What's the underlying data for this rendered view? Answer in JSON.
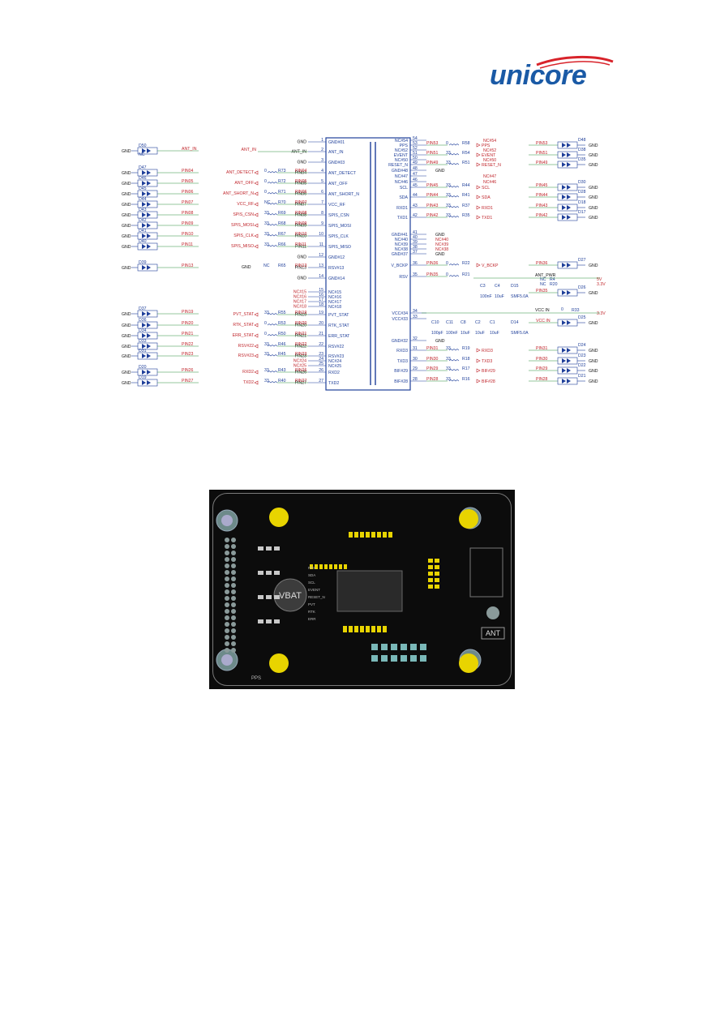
{
  "brand": {
    "logo_text": "unicore",
    "color": "#1a5aa6"
  },
  "module": {
    "pins_left": [
      {
        "n": "1",
        "name": "GND#01",
        "net": "GND"
      },
      {
        "n": "2",
        "name": "ANT_IN",
        "net": "ANT_IN"
      },
      {
        "n": "3",
        "name": "GND#03",
        "net": "GND"
      },
      {
        "n": "4",
        "name": "ANT_DETECT",
        "net": "PIN04"
      },
      {
        "n": "5",
        "name": "ANT_OFF",
        "net": "PIN05"
      },
      {
        "n": "6",
        "name": "ANT_SHORT_N",
        "net": "PIN06"
      },
      {
        "n": "7",
        "name": "VCC_RF",
        "net": "PIN07"
      },
      {
        "n": "8",
        "name": "SPIS_CSN",
        "net": "PIN08"
      },
      {
        "n": "9",
        "name": "SPIS_MOSI",
        "net": "PIN09"
      },
      {
        "n": "10",
        "name": "SPIS_CLK",
        "net": "PIN10"
      },
      {
        "n": "11",
        "name": "SPIS_MISO",
        "net": "PIN11"
      },
      {
        "n": "12",
        "name": "GND#12",
        "net": "GND"
      },
      {
        "n": "13",
        "name": "RSV#13",
        "net": "PIN13"
      },
      {
        "n": "14",
        "name": "GND#14",
        "net": "GND"
      },
      {
        "n": "15",
        "name": "NC#15",
        "net": "NC#15"
      },
      {
        "n": "16",
        "name": "NC#16",
        "net": "NC#16"
      },
      {
        "n": "17",
        "name": "NC#17",
        "net": "NC#17"
      },
      {
        "n": "18",
        "name": "NC#18",
        "net": "NC#18"
      },
      {
        "n": "19",
        "name": "PVT_STAT",
        "net": "PIN19"
      },
      {
        "n": "20",
        "name": "RTK_STAT",
        "net": "PIN20"
      },
      {
        "n": "21",
        "name": "ERR_STAT",
        "net": "PIN21"
      },
      {
        "n": "22",
        "name": "RSV#22",
        "net": "PIN22"
      },
      {
        "n": "23",
        "name": "RSV#23",
        "net": "PIN23"
      },
      {
        "n": "24",
        "name": "NC#24",
        "net": "NC#24"
      },
      {
        "n": "25",
        "name": "NC#25",
        "net": "NC#25"
      },
      {
        "n": "26",
        "name": "RXD2",
        "net": "PIN26"
      },
      {
        "n": "27",
        "name": "TXD2",
        "net": "PIN27"
      }
    ],
    "pins_right": [
      {
        "n": "54",
        "name": "NC#54",
        "net": "NC#54"
      },
      {
        "n": "53",
        "name": "PPS",
        "net": "PIN53"
      },
      {
        "n": "52",
        "name": "NC#52",
        "net": "NC#52"
      },
      {
        "n": "51",
        "name": "EVENT",
        "net": "PIN51"
      },
      {
        "n": "50",
        "name": "NC#50",
        "net": "NC#50"
      },
      {
        "n": "49",
        "name": "RESET_N",
        "net": "PIN49"
      },
      {
        "n": "48",
        "name": "GND#48",
        "net": "GND"
      },
      {
        "n": "47",
        "name": "NC#47",
        "net": "NC#47"
      },
      {
        "n": "46",
        "name": "NC#46",
        "net": "NC#46"
      },
      {
        "n": "45",
        "name": "SCL",
        "net": "PIN45"
      },
      {
        "n": "44",
        "name": "SDA",
        "net": "PIN44"
      },
      {
        "n": "43",
        "name": "RXD1",
        "net": "PIN43"
      },
      {
        "n": "42",
        "name": "TXD1",
        "net": "PIN42"
      },
      {
        "n": "41",
        "name": "GND#41",
        "net": "GND"
      },
      {
        "n": "40",
        "name": "NC#40",
        "net": "NC#40"
      },
      {
        "n": "39",
        "name": "NC#39",
        "net": "NC#39"
      },
      {
        "n": "38",
        "name": "NC#38",
        "net": "NC#38"
      },
      {
        "n": "37",
        "name": "GND#37",
        "net": "GND"
      },
      {
        "n": "36",
        "name": "V_BCKP",
        "net": "PIN36"
      },
      {
        "n": "35",
        "name": "RSV",
        "net": "PIN35"
      },
      {
        "n": "34",
        "name": "VCC#34",
        "net": "VCC IN"
      },
      {
        "n": "33",
        "name": "VCC#33",
        "net": "VCC IN"
      },
      {
        "n": "32",
        "name": "GND#32",
        "net": "GND"
      },
      {
        "n": "31",
        "name": "RXD3",
        "net": "PIN31"
      },
      {
        "n": "30",
        "name": "TXD3",
        "net": "PIN30"
      },
      {
        "n": "29",
        "name": "BIF#29",
        "net": "PIN29"
      },
      {
        "n": "28",
        "name": "BIF#28",
        "net": "PIN28"
      }
    ]
  },
  "left_diodes": [
    {
      "ref": "D50",
      "pin": "ANT_IN",
      "gnd": "GND"
    },
    {
      "ref": "D47",
      "pin": "PIN04",
      "gnd": "GND"
    },
    {
      "ref": "D46",
      "pin": "PIN05",
      "gnd": "GND"
    },
    {
      "ref": "D45",
      "pin": "PIN06",
      "gnd": "GND"
    },
    {
      "ref": "D44",
      "pin": "PIN07",
      "gnd": "GND"
    },
    {
      "ref": "D43",
      "pin": "PIN08",
      "gnd": "GND"
    },
    {
      "ref": "D42",
      "pin": "PIN09",
      "gnd": "GND"
    },
    {
      "ref": "D41",
      "pin": "PIN10",
      "gnd": "GND"
    },
    {
      "ref": "D40",
      "pin": "PIN11",
      "gnd": "GND"
    },
    {
      "ref": "D39",
      "pin": "PIN13",
      "gnd": "GND"
    },
    {
      "ref": "D37",
      "pin": "PIN19",
      "gnd": "GND"
    },
    {
      "ref": "D36",
      "pin": "PIN20",
      "gnd": "GND"
    },
    {
      "ref": "D34",
      "pin": "PIN21",
      "gnd": "GND"
    },
    {
      "ref": "D33",
      "pin": "PIN22",
      "gnd": "GND"
    },
    {
      "ref": "D31",
      "pin": "PIN23",
      "gnd": "GND"
    },
    {
      "ref": "D20",
      "pin": "PIN26",
      "gnd": "GND"
    },
    {
      "ref": "D19",
      "pin": "PIN27",
      "gnd": "GND"
    }
  ],
  "right_diodes": [
    {
      "ref": "D48",
      "pin": "PIN53",
      "gnd": "GND"
    },
    {
      "ref": "D38",
      "pin": "PIN51",
      "gnd": "GND"
    },
    {
      "ref": "D35",
      "pin": "PIN49",
      "gnd": "GND"
    },
    {
      "ref": "D30",
      "pin": "PIN45",
      "gnd": "GND"
    },
    {
      "ref": "D28",
      "pin": "PIN44",
      "gnd": "GND"
    },
    {
      "ref": "D18",
      "pin": "PIN43",
      "gnd": "GND"
    },
    {
      "ref": "D17",
      "pin": "PIN42",
      "gnd": "GND"
    },
    {
      "ref": "D27",
      "pin": "PIN36",
      "gnd": "GND"
    },
    {
      "ref": "D26",
      "pin": "PIN35",
      "gnd": "GND"
    },
    {
      "ref": "D25",
      "pin": "VCC IN",
      "gnd": "GND"
    },
    {
      "ref": "D24",
      "pin": "PIN31",
      "gnd": "GND"
    },
    {
      "ref": "D23",
      "pin": "PIN30",
      "gnd": "GND"
    },
    {
      "ref": "D22",
      "pin": "PIN29",
      "gnd": "GND"
    },
    {
      "ref": "D21",
      "pin": "PIN28",
      "gnd": "GND"
    }
  ],
  "left_series": [
    {
      "sig": "ANT_DETECT",
      "val": "0",
      "ref": "R73",
      "pin": "PIN04"
    },
    {
      "sig": "ANT_OFF",
      "val": "0",
      "ref": "R72",
      "pin": "PIN05"
    },
    {
      "sig": "ANT_SHORT_N",
      "val": "0",
      "ref": "R71",
      "pin": "PIN06"
    },
    {
      "sig": "VCC_RF",
      "val": "NC",
      "ref": "R70",
      "pin": "PIN07"
    },
    {
      "sig": "SPIS_CSN",
      "val": "33",
      "ref": "R69",
      "pin": "PIN08"
    },
    {
      "sig": "SPIS_MOSI",
      "val": "33",
      "ref": "R68",
      "pin": "PIN09"
    },
    {
      "sig": "SPIS_CLK",
      "val": "33",
      "ref": "R67",
      "pin": "PIN10"
    },
    {
      "sig": "SPIS_MISO",
      "val": "33",
      "ref": "R66",
      "pin": "PIN11"
    }
  ],
  "left_series2": [
    {
      "sig": "PVT_STAT",
      "val": "33",
      "ref": "R55",
      "pin": "PIN19"
    },
    {
      "sig": "RTK_STAT",
      "val": "0",
      "ref": "R53",
      "pin": "PIN20"
    },
    {
      "sig": "ERR_STAT",
      "val": "0",
      "ref": "R50",
      "pin": "PIN21"
    },
    {
      "sig": "RSV#22",
      "val": "33",
      "ref": "R46",
      "pin": "PIN22"
    },
    {
      "sig": "RSV#23",
      "val": "33",
      "ref": "R45",
      "pin": "PIN23"
    },
    {
      "sig": "RXD2",
      "val": "33",
      "ref": "R43",
      "pin": "PIN26"
    },
    {
      "sig": "TXD2",
      "val": "33",
      "ref": "R40",
      "pin": "PIN27"
    }
  ],
  "right_series": [
    {
      "pin": "PIN53",
      "val": "0",
      "ref": "R58",
      "sig": "PPS"
    },
    {
      "pin": "PIN51",
      "val": "33",
      "ref": "R54",
      "sig": "EVENT"
    },
    {
      "pin": "PIN49",
      "val": "33",
      "ref": "R51",
      "sig": "RESET_N"
    },
    {
      "pin": "PIN45",
      "val": "33",
      "ref": "R44",
      "sig": "SCL"
    },
    {
      "pin": "PIN44",
      "val": "33",
      "ref": "R41",
      "sig": "SDA"
    },
    {
      "pin": "PIN43",
      "val": "33",
      "ref": "R37",
      "sig": "RXD1"
    },
    {
      "pin": "PIN42",
      "val": "33",
      "ref": "R35",
      "sig": "TXD1"
    },
    {
      "pin": "PIN36",
      "val": "0",
      "ref": "R22",
      "sig": "V_BCKP"
    },
    {
      "pin": "PIN35",
      "val": "0",
      "ref": "R21",
      "sig": ""
    },
    {
      "pin": "PIN31",
      "val": "33",
      "ref": "R19",
      "sig": "RXD3"
    },
    {
      "pin": "PIN30",
      "val": "33",
      "ref": "R18",
      "sig": "TXD3"
    },
    {
      "pin": "PIN29",
      "val": "33",
      "ref": "R17",
      "sig": "BIF#29"
    },
    {
      "pin": "PIN28",
      "val": "33",
      "ref": "R16",
      "sig": "BIF#28"
    }
  ],
  "misc_labels": {
    "ant_in_net": "ANT_IN",
    "pin13_gnd": "GND",
    "pin13_val": "NC",
    "pin13_ref": "R65",
    "nc_label": "NC",
    "ant_pwr": "ANT_PWR",
    "r4": "R4",
    "r20": "R20",
    "five_v": "5V",
    "three_v3": "3.3V",
    "vcc_in": "VCC IN",
    "r33_val": "0",
    "r33": "R33",
    "cap_vals_top": [
      "C3",
      "100nF",
      "C4",
      "10uF"
    ],
    "d15": "D15",
    "smf": "SMF5.0A",
    "cap_vals_bot": [
      "C10",
      "100pF",
      "C11",
      "100nF",
      "C8",
      "10uF",
      "C2",
      "10uF",
      "C1",
      "10uF"
    ],
    "d14": "D14",
    "gnd": "GND"
  },
  "pcb": {
    "vbat_label": "VBAT",
    "ant_label": "ANT",
    "pps_label": "PPS",
    "silk_labels": [
      "PPS",
      "SDA",
      "SCL",
      "EVENT",
      "RESET_N",
      "PVT",
      "RTK",
      "ERR"
    ]
  }
}
